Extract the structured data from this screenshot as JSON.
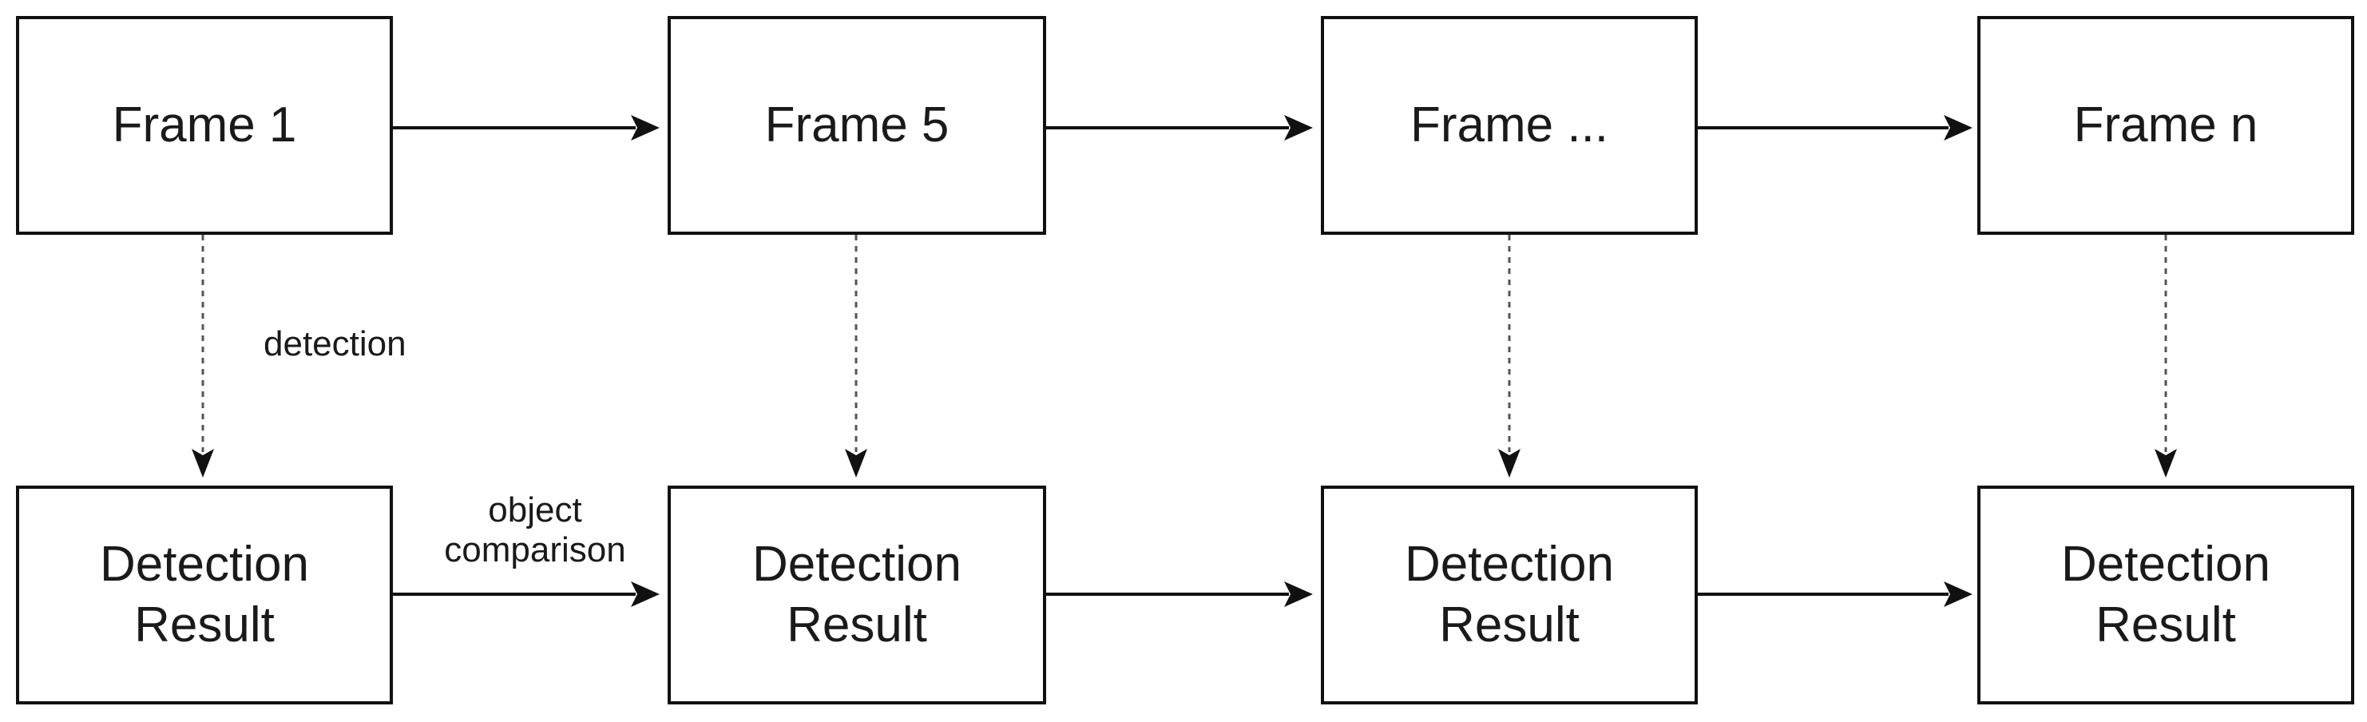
{
  "frames": [
    {
      "label": "Frame 1"
    },
    {
      "label": "Frame 5"
    },
    {
      "label": "Frame ..."
    },
    {
      "label": "Frame n"
    }
  ],
  "results": [
    {
      "line1": "Detection",
      "line2": "Result"
    },
    {
      "line1": "Detection",
      "line2": "Result"
    },
    {
      "line1": "Detection",
      "line2": "Result"
    },
    {
      "line1": "Detection",
      "line2": "Result"
    }
  ],
  "edge_labels": {
    "detection": "detection",
    "comparison_line1": "object",
    "comparison_line2": "comparison"
  },
  "colors": {
    "stroke": "#111111",
    "dashed": "#555555",
    "background": "#ffffff"
  }
}
